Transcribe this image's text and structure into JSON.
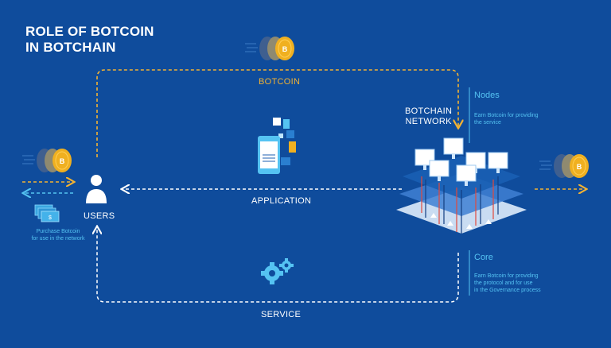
{
  "title": {
    "line1": "ROLE OF BOTCOIN",
    "line2": "IN BOTCHAIN"
  },
  "labels": {
    "botcoin": "BOTCOIN",
    "network_line1": "BOTCHAIN",
    "network_line2": "NETWORK",
    "application": "APPLICATION",
    "users": "USERS",
    "service": "SERVICE"
  },
  "nodes": {
    "heading": "Nodes",
    "desc_line1": "Earn Botcoin for providing",
    "desc_line2": "the service"
  },
  "core": {
    "heading": "Core",
    "desc_line1": "Earn Botcoin for providing",
    "desc_line2": "the protocol and for use",
    "desc_line3": "in the Governance process"
  },
  "purchase": {
    "line1": "Purchase Botcoin",
    "line2": "for use in the network"
  },
  "colors": {
    "background": "#0f4c9c",
    "gold": "#f2b233",
    "light_blue": "#55c3f2",
    "white": "#ffffff"
  },
  "icons": [
    "coin-icon",
    "user-icon",
    "phone-app-icon",
    "gears-icon",
    "cash-icon",
    "computer-monitor-icon"
  ]
}
